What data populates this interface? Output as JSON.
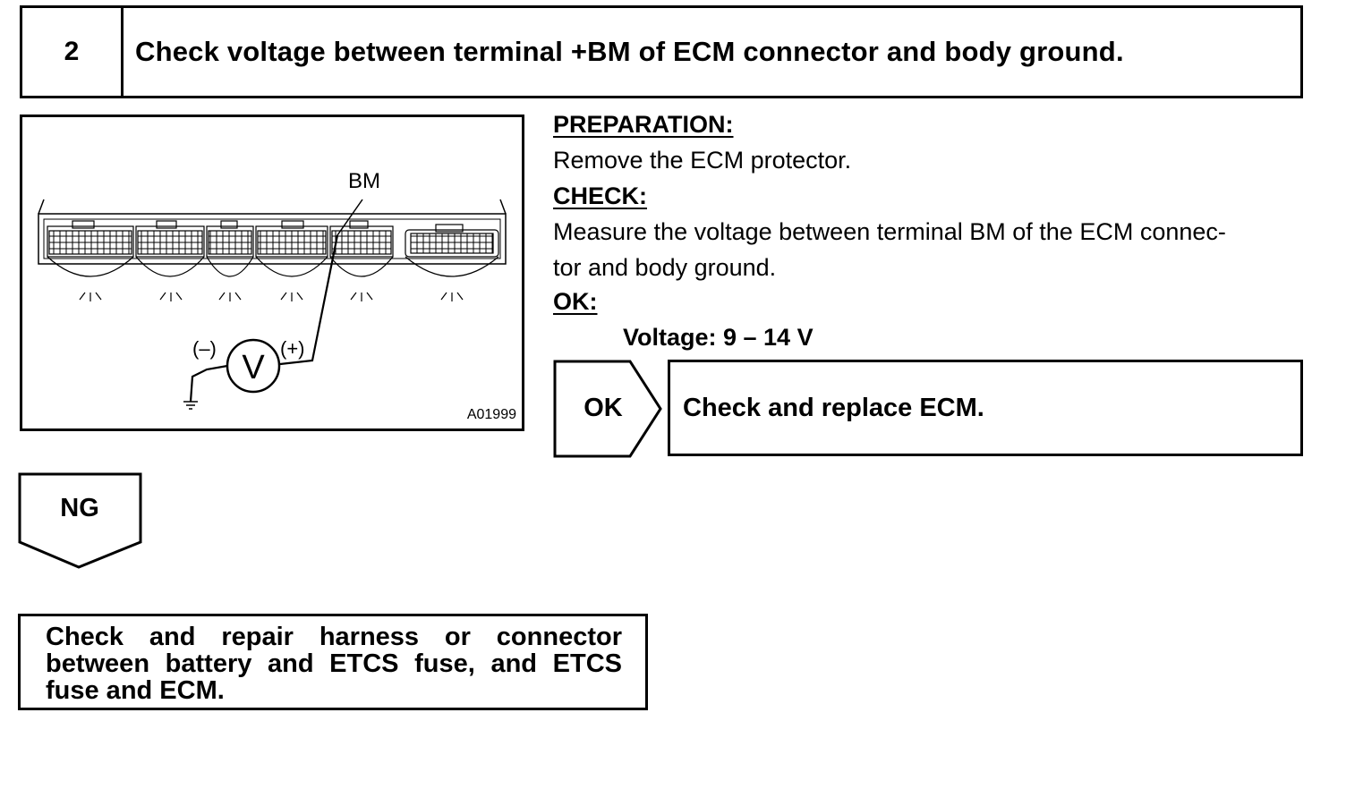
{
  "step": {
    "number": "2",
    "title": "Check voltage between terminal +BM of ECM connector and body ground."
  },
  "diagram": {
    "terminal_label": "BM",
    "minus_label": "(–)",
    "plus_label": "(+)",
    "meter_symbol": "V",
    "figure_id": "A01999",
    "icons": [
      "ecm-connector-icon",
      "voltmeter-icon",
      "ground-icon"
    ]
  },
  "instructions": {
    "preparation_heading": "PREPARATION:",
    "preparation_text": "Remove the ECM protector.",
    "check_heading": "CHECK:",
    "check_text_line1": "Measure the voltage between terminal BM of the ECM connec-",
    "check_text_line2": "tor and body ground.",
    "ok_heading": "OK:",
    "spec": "Voltage: 9 – 14 V"
  },
  "ok_branch": {
    "label": "OK",
    "result": "Check and replace ECM."
  },
  "ng_branch": {
    "label": "NG",
    "result": "Check and repair harness or connector between battery and ETCS fuse, and ETCS fuse and ECM."
  }
}
